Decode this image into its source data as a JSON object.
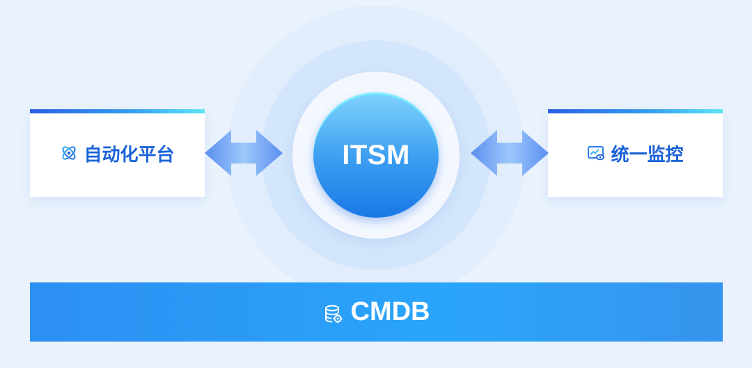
{
  "center": {
    "label": "ITSM"
  },
  "left_card": {
    "label": "自动化平台",
    "icon": "atom-icon"
  },
  "right_card": {
    "label": "统一监控",
    "icon": "monitor-eye-icon"
  },
  "bottom_bar": {
    "label": "CMDB",
    "icon": "database-gear-icon"
  },
  "colors": {
    "accent_blue": "#1b62d8",
    "core_gradient_top": "#7fd3fb",
    "core_gradient_bottom": "#1a78e6",
    "bar_blue": "#2a9af6",
    "background": "#eaf3fd"
  }
}
